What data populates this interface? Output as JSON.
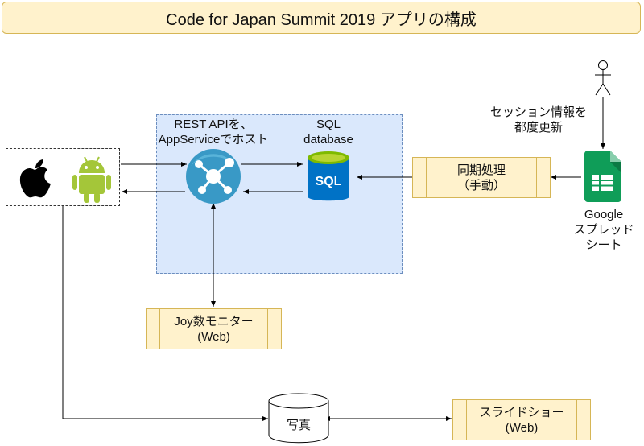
{
  "title": "Code for Japan Summit 2019 アプリの構成",
  "app_service": {
    "label_line1": "REST APIを、",
    "label_line2": "AppServiceでホスト"
  },
  "sql_database": {
    "label_line1": "SQL",
    "label_line2": "database",
    "icon_text": "SQL"
  },
  "sync_process": {
    "line1": "同期処理",
    "line2": "（手動）"
  },
  "spreadsheet": {
    "line1": "Google",
    "line2": "スプレッド",
    "line3": "シート"
  },
  "actor": {
    "line1": "セッション情報を",
    "line2": "都度更新"
  },
  "joy_monitor": {
    "line1": "Joy数モニター",
    "line2": "(Web)"
  },
  "photos": {
    "label": "写真"
  },
  "slideshow": {
    "line1": "スライドショー",
    "line2": "(Web)"
  },
  "colors": {
    "title_fill": "#fff2cc",
    "title_stroke": "#d6b656",
    "azure_fill": "#dae8fc",
    "azure_stroke": "#6c8ebf",
    "android_green": "#a4c639",
    "sheets_green": "#0f9d58",
    "azure_blue": "#3999c6"
  },
  "icons": [
    "apple-icon",
    "android-icon",
    "app-service-icon",
    "sql-database-icon",
    "google-sheets-icon",
    "actor-icon",
    "database-cylinder-icon"
  ]
}
